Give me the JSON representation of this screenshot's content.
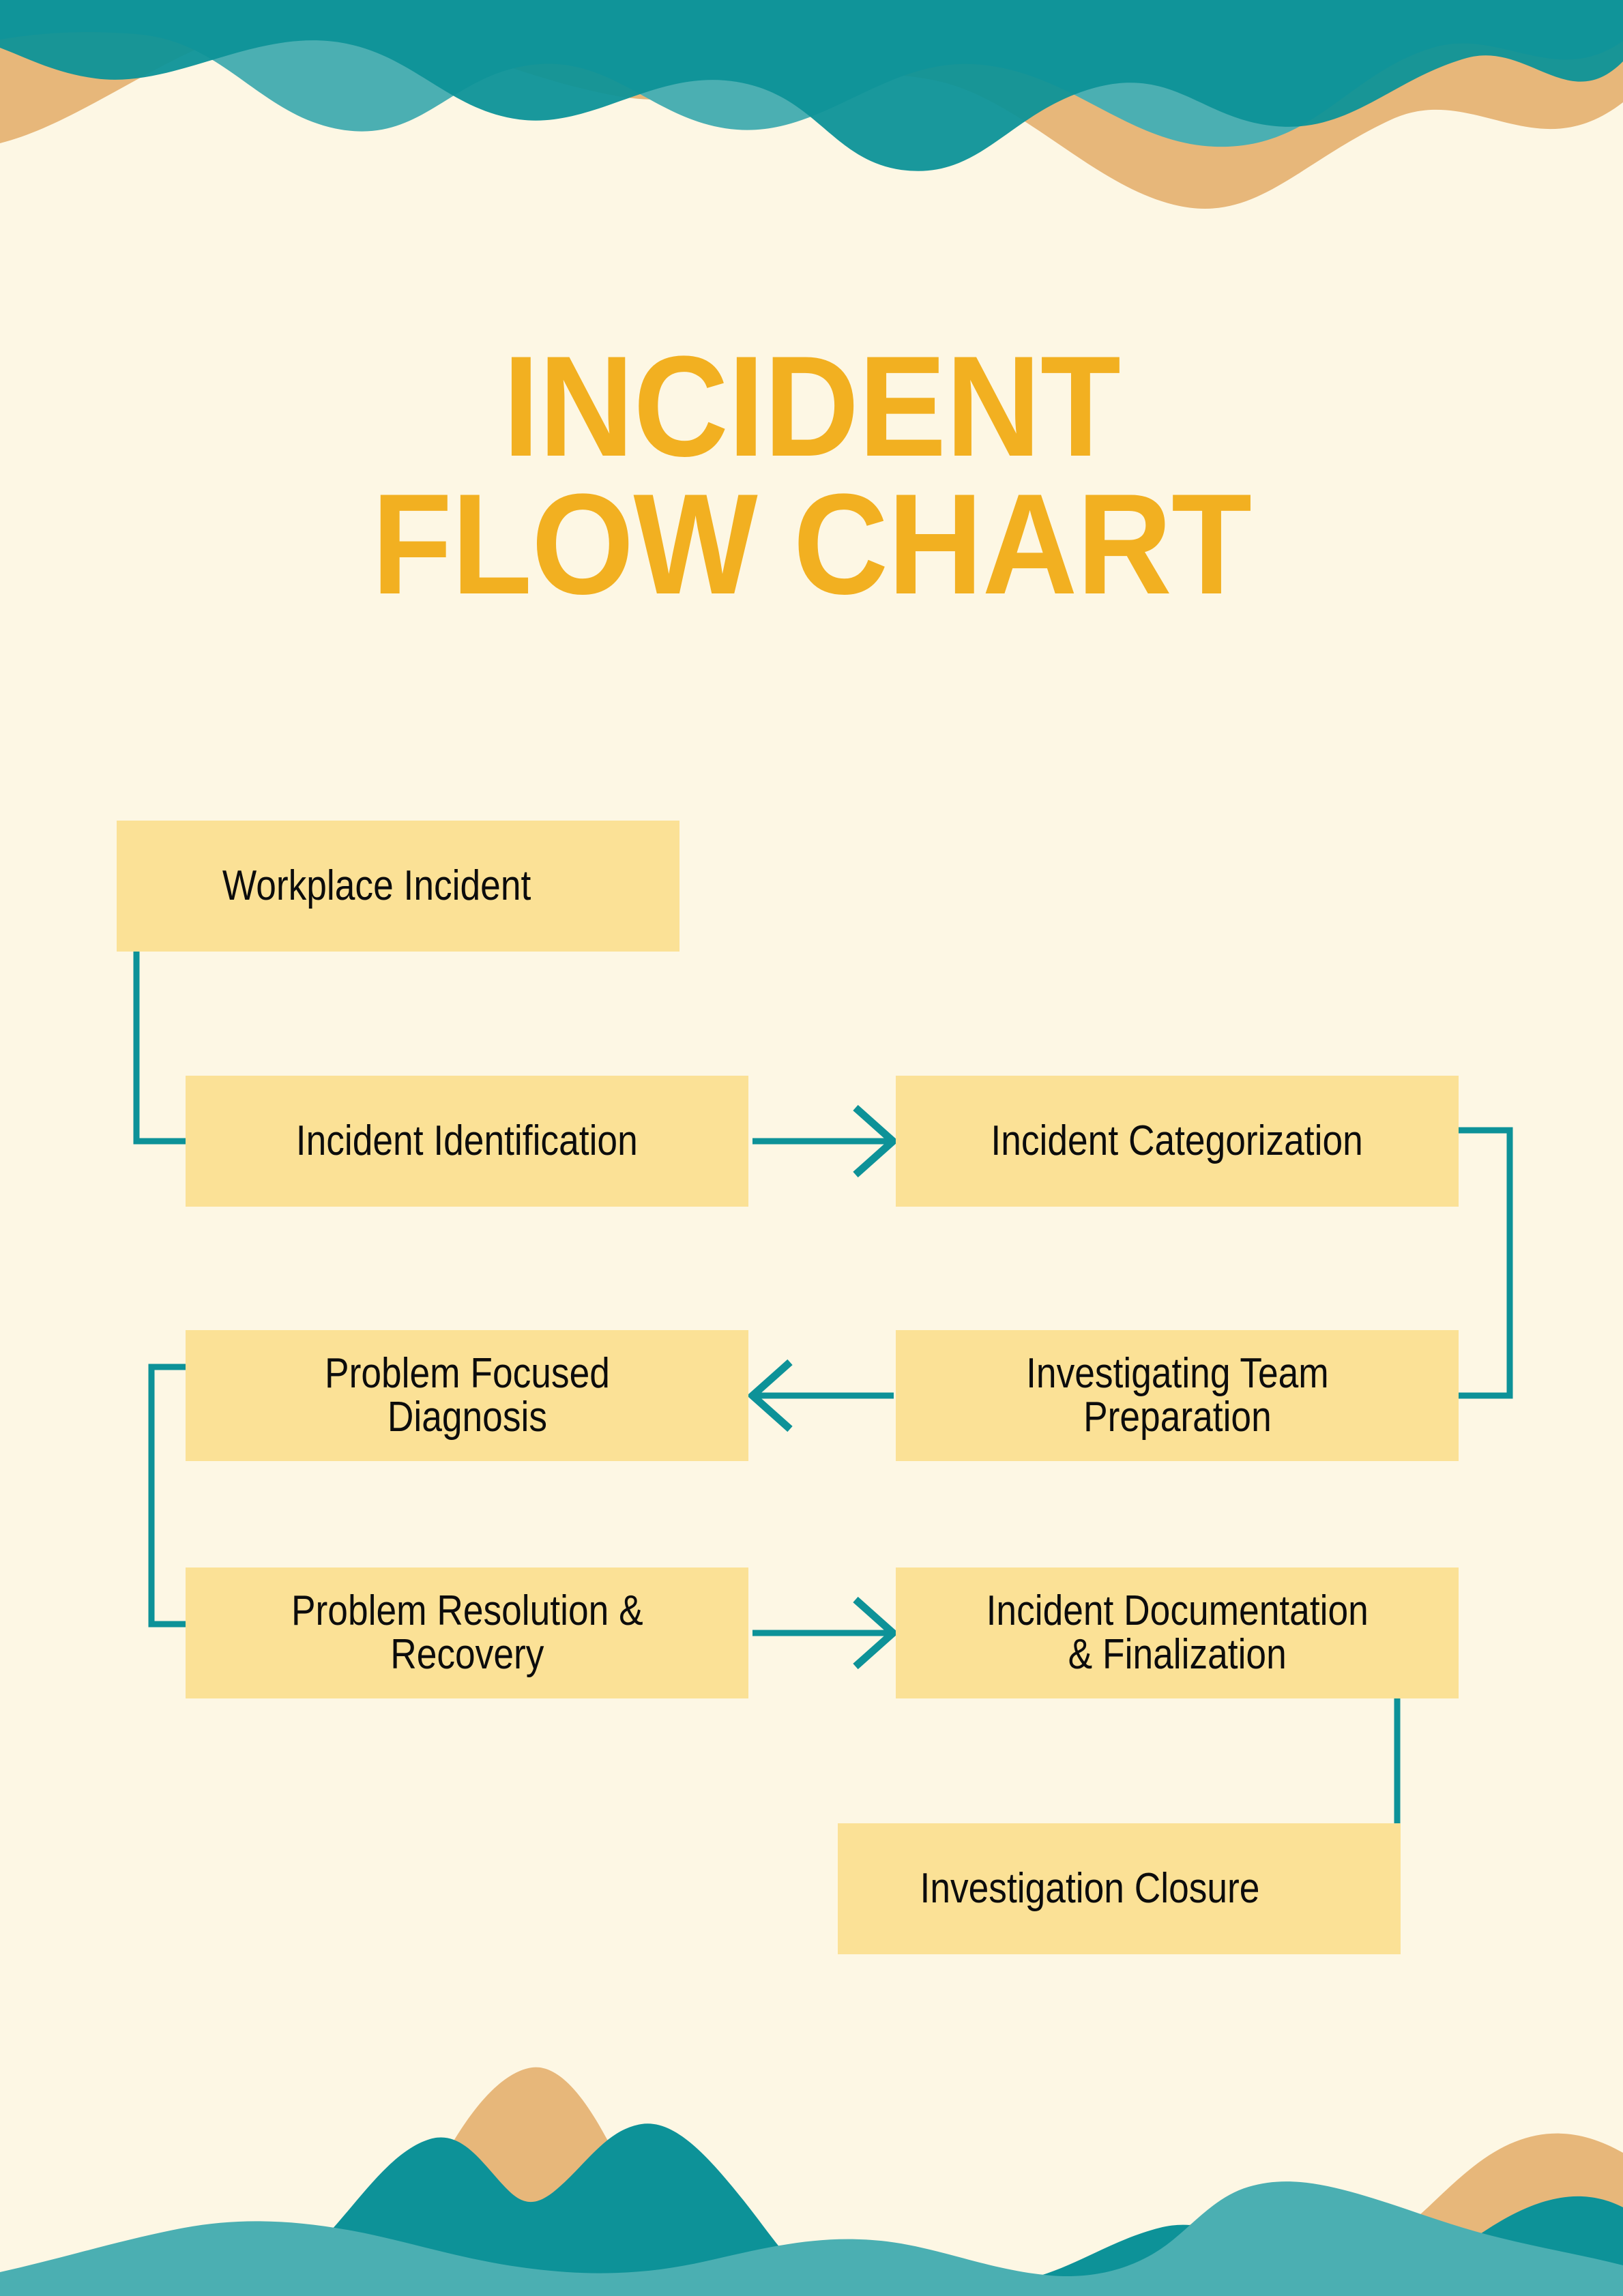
{
  "page": {
    "background_color": "#FDF7E4",
    "accent_color": "#F2B021",
    "node_fill_color": "#FBE196",
    "connector_color": "#0D9298",
    "wave_colors": {
      "sand": "#E7B77A",
      "teal_dark": "#0D9298",
      "teal_light": "#4BAFB2"
    }
  },
  "title": {
    "line1": "INCIDENT",
    "line2": "FLOW CHART"
  },
  "chart_data": {
    "type": "diagram",
    "title": "INCIDENT FLOW CHART",
    "nodes": [
      {
        "id": "workplace-incident",
        "label": "Workplace Incident",
        "row": 1,
        "column": "left"
      },
      {
        "id": "incident-identification",
        "label": "Incident Identification",
        "row": 2,
        "column": "left"
      },
      {
        "id": "incident-categorization",
        "label": "Incident Categorization",
        "row": 2,
        "column": "right"
      },
      {
        "id": "problem-focused-diagnosis",
        "label": "Problem Focused\nDiagnosis",
        "row": 3,
        "column": "left"
      },
      {
        "id": "investigating-team-preparation",
        "label": "Investigating Team\nPreparation",
        "row": 3,
        "column": "right"
      },
      {
        "id": "problem-resolution-recovery",
        "label": "Problem Resolution &\nRecovery",
        "row": 4,
        "column": "left"
      },
      {
        "id": "incident-documentation-finalization",
        "label": "Incident Documentation\n& Finalization",
        "row": 4,
        "column": "right"
      },
      {
        "id": "investigation-closure",
        "label": "Investigation Closure",
        "row": 5,
        "column": "right"
      }
    ],
    "edges": [
      {
        "from": "workplace-incident",
        "to": "incident-identification",
        "style": "elbow",
        "arrowhead": false
      },
      {
        "from": "incident-identification",
        "to": "incident-categorization",
        "style": "straight",
        "arrowhead": true,
        "direction": "right"
      },
      {
        "from": "incident-categorization",
        "to": "investigating-team-preparation",
        "style": "elbow",
        "arrowhead": false
      },
      {
        "from": "investigating-team-preparation",
        "to": "problem-focused-diagnosis",
        "style": "straight",
        "arrowhead": true,
        "direction": "left"
      },
      {
        "from": "problem-focused-diagnosis",
        "to": "problem-resolution-recovery",
        "style": "elbow",
        "arrowhead": false
      },
      {
        "from": "problem-resolution-recovery",
        "to": "incident-documentation-finalization",
        "style": "straight",
        "arrowhead": true,
        "direction": "right"
      },
      {
        "from": "incident-documentation-finalization",
        "to": "investigation-closure",
        "style": "elbow",
        "arrowhead": false
      }
    ]
  },
  "nodes": {
    "workplace_incident": "Workplace Incident",
    "incident_identification": "Incident Identification",
    "incident_categorization": "Incident Categorization",
    "problem_focused_diagnosis": "Problem Focused\nDiagnosis",
    "investigating_team_preparation": "Investigating Team\nPreparation",
    "problem_resolution_recovery": "Problem Resolution &\nRecovery",
    "incident_documentation_finalization": "Incident Documentation\n& Finalization",
    "investigation_closure": "Investigation Closure"
  }
}
